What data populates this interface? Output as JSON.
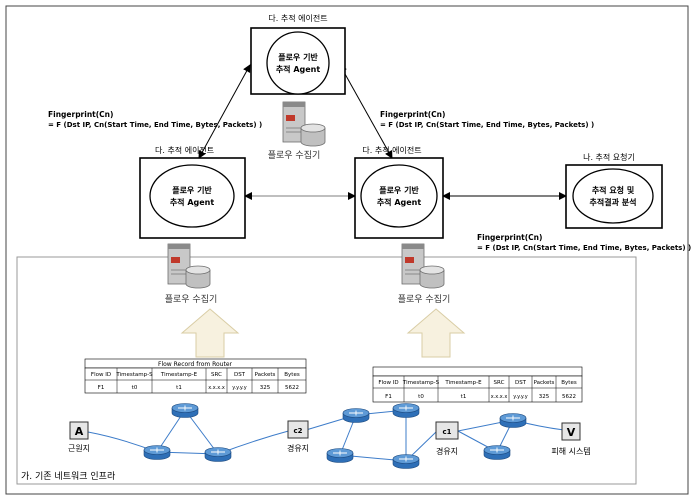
{
  "labels": {
    "top_agent_caption": "다. 추적 에이전트",
    "left_agent_caption": "다. 추적 에이전트",
    "mid_agent_caption": "다. 추적 에이전트",
    "requester_caption": "나. 추적 요청기",
    "infra_caption": "가. 기존 네트워크 인프라"
  },
  "agents": {
    "top": [
      "플로우 기반",
      "추적 Agent"
    ],
    "left": [
      "플로우 기반",
      "추적 Agent"
    ],
    "mid": [
      "플로우 기반",
      "추적 Agent"
    ],
    "requester": [
      "추적 요청 및",
      "추적결과 분석"
    ]
  },
  "collectors": {
    "top": "플로우 수집기",
    "left": "플로우 수집기",
    "right": "플로우 수집기"
  },
  "fingerprints": {
    "left": [
      "Fingerprint(Cn)",
      "= F (Dst IP, Cn(Start Time, End Time, Bytes, Packets) )"
    ],
    "mid": [
      "Fingerprint(Cn)",
      "= F (Dst IP, Cn(Start Time, End Time, Bytes, Packets) )"
    ],
    "right": [
      "Fingerprint(Cn)",
      "= F (Dst IP, Cn(Start Time, End Time, Bytes, Packets) )"
    ]
  },
  "flow_table_left": {
    "title": "Flow Record from Router",
    "headers": [
      "Flow ID",
      "Timestamp-S",
      "Timestamp-E",
      "SRC",
      "DST",
      "Packets",
      "Bytes"
    ],
    "row": [
      "F1",
      "t0",
      "t1",
      "x.x.x.x",
      "y.y.y.y",
      "325",
      "5622"
    ]
  },
  "flow_table_right": {
    "title": "",
    "headers": [
      "Flow ID",
      "Timestamp-S",
      "Timestamp-E",
      "SRC",
      "DST",
      "Packets",
      "Bytes"
    ],
    "row": [
      "F1",
      "t0",
      "t1",
      "x.x.x.x",
      "y.y.y.y",
      "325",
      "5622"
    ]
  },
  "nodes": {
    "a_letter": "A",
    "a_label": "근원지",
    "c2_letter": "c2",
    "c2_label": "경유지",
    "c1_letter": "c1",
    "c1_label": "경유지",
    "v_letter": "V",
    "v_label": "피해 시스템"
  },
  "colors": {
    "stroke": "#000000",
    "infra_border": "#999999",
    "server_body": "#c8c8c8",
    "server_dark": "#6e6e6e",
    "server_red": "#c0392b",
    "router": "#2e6fb7",
    "router_top": "#5e9ad6",
    "link": "#3d7cc9",
    "arrow_fill": "#f7f1df",
    "arrow_stroke": "#d9cda5"
  }
}
